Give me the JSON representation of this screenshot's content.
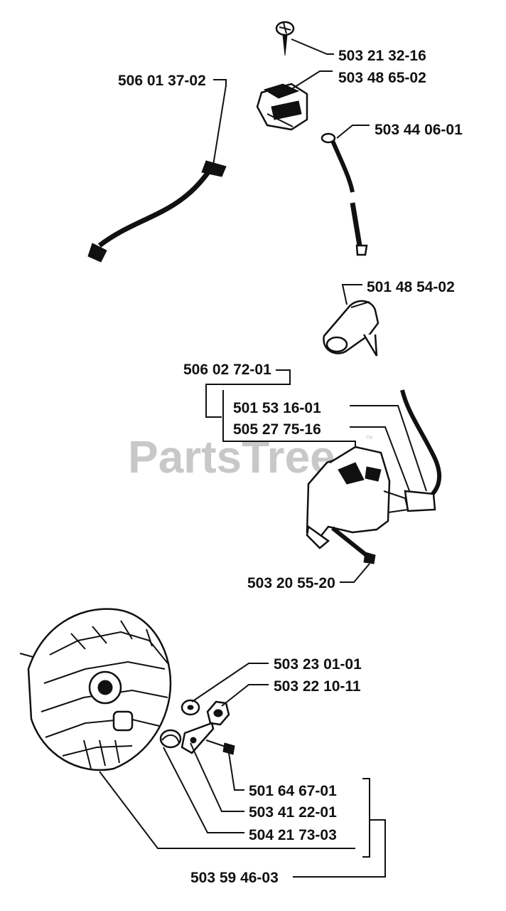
{
  "watermark": {
    "text": "PartsTree",
    "trademark": "™"
  },
  "part_numbers": {
    "screw_top": "503 21 32-16",
    "switch": "503 48 65-02",
    "ignition_cable": "506 01 37-02",
    "ground_lead": "503 44 06-01",
    "spark_plug_cap": "501 48 54-02",
    "ignition_module_assy": "506 02 72-01",
    "ignition_module": "501 53 16-01",
    "ignition_module_alt": "505 27 75-16",
    "module_screw": "503 20 55-20",
    "washer": "503 23 01-01",
    "nut": "503 22 10-11",
    "pawl": "501 64 67-01",
    "spring": "503 41 22-01",
    "pawl_screw": "504 21 73-03",
    "flywheel_assy": "503 59 46-03"
  }
}
